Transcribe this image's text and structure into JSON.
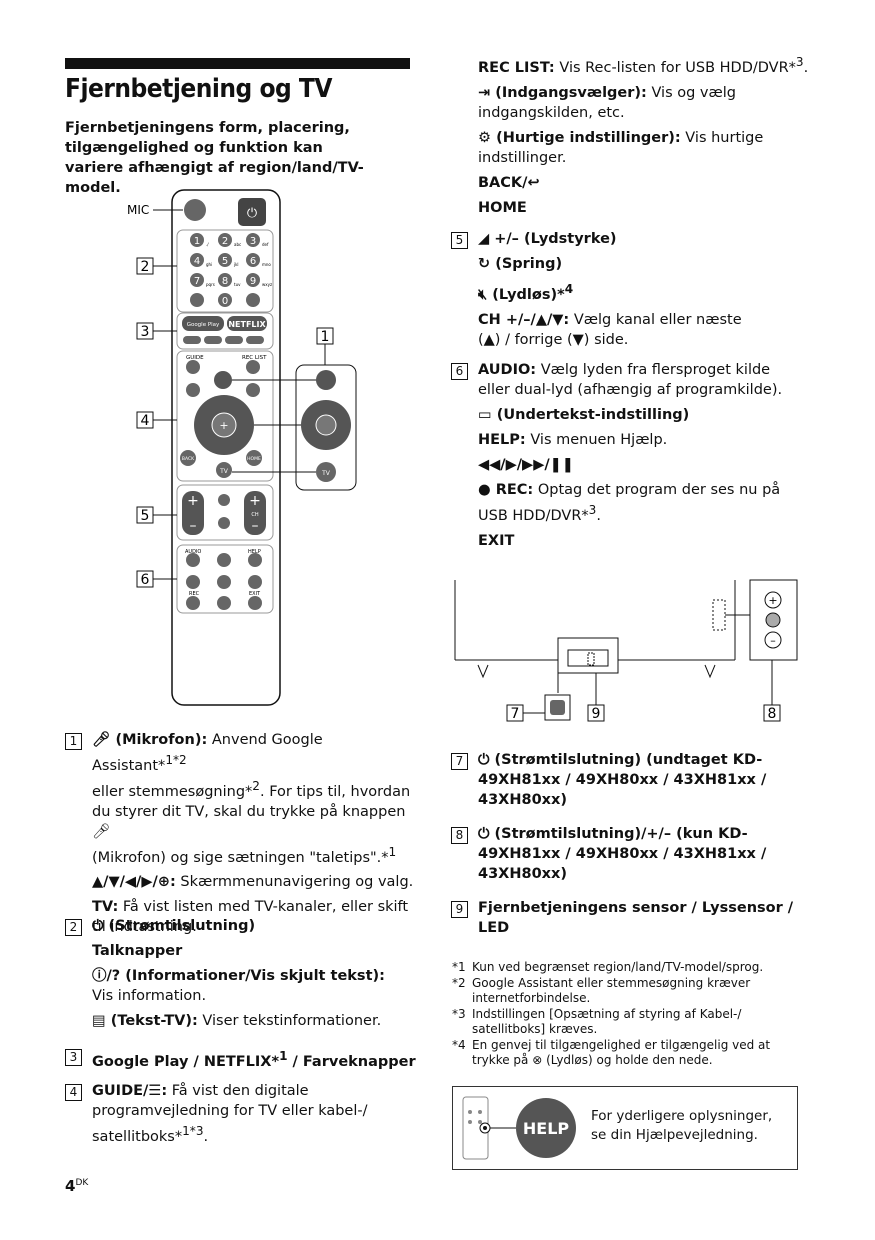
{
  "page": {
    "title": "Fjernbetjening og TV",
    "intro": "Fjernbetjeningens form, placering, tilgængelighed og funktion kan variere afhængigt af region/land/TV-model.",
    "page_number": "4",
    "page_lang": "DK"
  },
  "remote": {
    "mic_label": "MIC",
    "callouts": [
      "2",
      "3",
      "4",
      "5",
      "6",
      "1"
    ],
    "num_keys": [
      {
        "n": "1",
        "s": "./"
      },
      {
        "n": "2",
        "s": "abc"
      },
      {
        "n": "3",
        "s": "def"
      },
      {
        "n": "4",
        "s": "ghi"
      },
      {
        "n": "5",
        "s": "jkl"
      },
      {
        "n": "6",
        "s": "mno"
      },
      {
        "n": "7",
        "s": "pqrs"
      },
      {
        "n": "8",
        "s": "tuv"
      },
      {
        "n": "9",
        "s": "wxyz"
      }
    ],
    "zero_key": "0",
    "google_play": "Google Play",
    "netflix": "NETFLIX",
    "guide": "GUIDE",
    "rec_list": "REC LIST",
    "back": "BACK",
    "home": "HOME",
    "tv": "TV",
    "ch": "CH",
    "audio": "AUDIO",
    "help": "HELP",
    "rec": "REC",
    "exit": "EXIT"
  },
  "tv_diagram": {
    "labels": [
      "7",
      "9",
      "8"
    ]
  },
  "sections": {
    "s1": {
      "num": "1",
      "l1_bold": "(Mikrofon):",
      "l1_text": " Anvend Google Assistant*",
      "l1_sup": "1*2",
      "l2": "eller stemmesøgning*",
      "l2_sup": "2",
      "l2_rest": ". For tips til, hvordan",
      "l3": "du styrer dit TV, skal du trykke på knappen",
      "l4": "(Mikrofon) og sige sætningen \"taletips\".*",
      "l4_sup": "1",
      "nav_bold": "▲/▼/◀/▶/⊕:",
      "nav_text": " Skærmmenunavigering og valg.",
      "tv_bold": "TV:",
      "tv_text": " Få vist listen med TV-kanaler, eller skift til indtastning."
    },
    "s2": {
      "num": "2",
      "power": "(Strømtilslutning)",
      "talk": "Talknapper",
      "info_bold": "(Informationer/Vis skjult tekst):",
      "info_text": "Vis information.",
      "text_bold": "(Tekst-TV):",
      "text_text": " Viser tekstinformationer."
    },
    "s3": {
      "num": "3",
      "text": "Google Play / NETFLIX*",
      "sup": "1",
      "text2": " / Farveknapper"
    },
    "s4": {
      "num": "4",
      "guide_bold": "GUIDE/",
      "guide_colon": ":",
      "guide_text": " Få vist den digitale programvejledning for TV eller kabel-/ satellitboks*",
      "guide_sup": "1*3",
      "guide_end": ".",
      "rec_bold": "REC LIST:",
      "rec_text": " Vis Rec-listen for USB HDD/DVR*",
      "rec_sup": "3",
      "rec_end": ".",
      "input_bold": "(Indgangsvælger):",
      "input_text": " Vis og vælg indgangskilden, etc.",
      "quick_bold": "(Hurtige indstillinger):",
      "quick_text": " Vis hurtige indstillinger.",
      "back": "BACK/",
      "home": "HOME"
    },
    "s5": {
      "num": "5",
      "vol": "+/– (Lydstyrke)",
      "jump": "(Spring)",
      "mute": "(Lydløs)*",
      "mute_sup": "4",
      "ch_bold": "CH +/–/",
      "ch_text": " Vælg kanal eller næste",
      "ch_text2": "/ forrige (",
      "ch_text3": ") side."
    },
    "s6": {
      "num": "6",
      "audio_bold": "AUDIO:",
      "audio_text": " Vælg lyden fra flersproget kilde eller dual-lyd (afhængig af programkilde).",
      "sub_bold": "(Undertekst-indstilling)",
      "help_bold": "HELP:",
      "help_text": " Vis menuen Hjælp.",
      "transport": "◀◀/▶/▶▶/❚❚",
      "rec_bold": "● REC:",
      "rec_text": " Optag det program der ses nu på USB HDD/DVR*",
      "rec_sup": "3",
      "rec_end": ".",
      "exit": "EXIT"
    },
    "s7": {
      "num": "7",
      "text": "(Strømtilslutning) (undtaget KD-49XH81xx / 49XH80xx / 43XH81xx / 43XH80xx)"
    },
    "s8": {
      "num": "8",
      "text": "(Strømtilslutning)/+/– (kun KD-49XH81xx / 49XH80xx / 43XH81xx / 43XH80xx)"
    },
    "s9": {
      "num": "9",
      "text": "Fjernbetjeningens sensor / Lyssensor / LED"
    }
  },
  "footnotes": [
    {
      "mark": "*1",
      "text": "Kun ved begrænset region/land/TV-model/sprog."
    },
    {
      "mark": "*2",
      "text": "Google Assistant eller stemmesøgning kræver internetforbindelse."
    },
    {
      "mark": "*3",
      "text": "Indstillingen [Opsætning af styring af Kabel-/ satellitboks] kræves."
    },
    {
      "mark": "*4",
      "text": "En genvej til tilgængelighed er tilgængelig ved at trykke på ⊗ (Lydløs) og holde den nede."
    }
  ],
  "helpbox": {
    "badge": "HELP",
    "text": "For yderligere oplysninger, se din Hjælpevejledning."
  }
}
